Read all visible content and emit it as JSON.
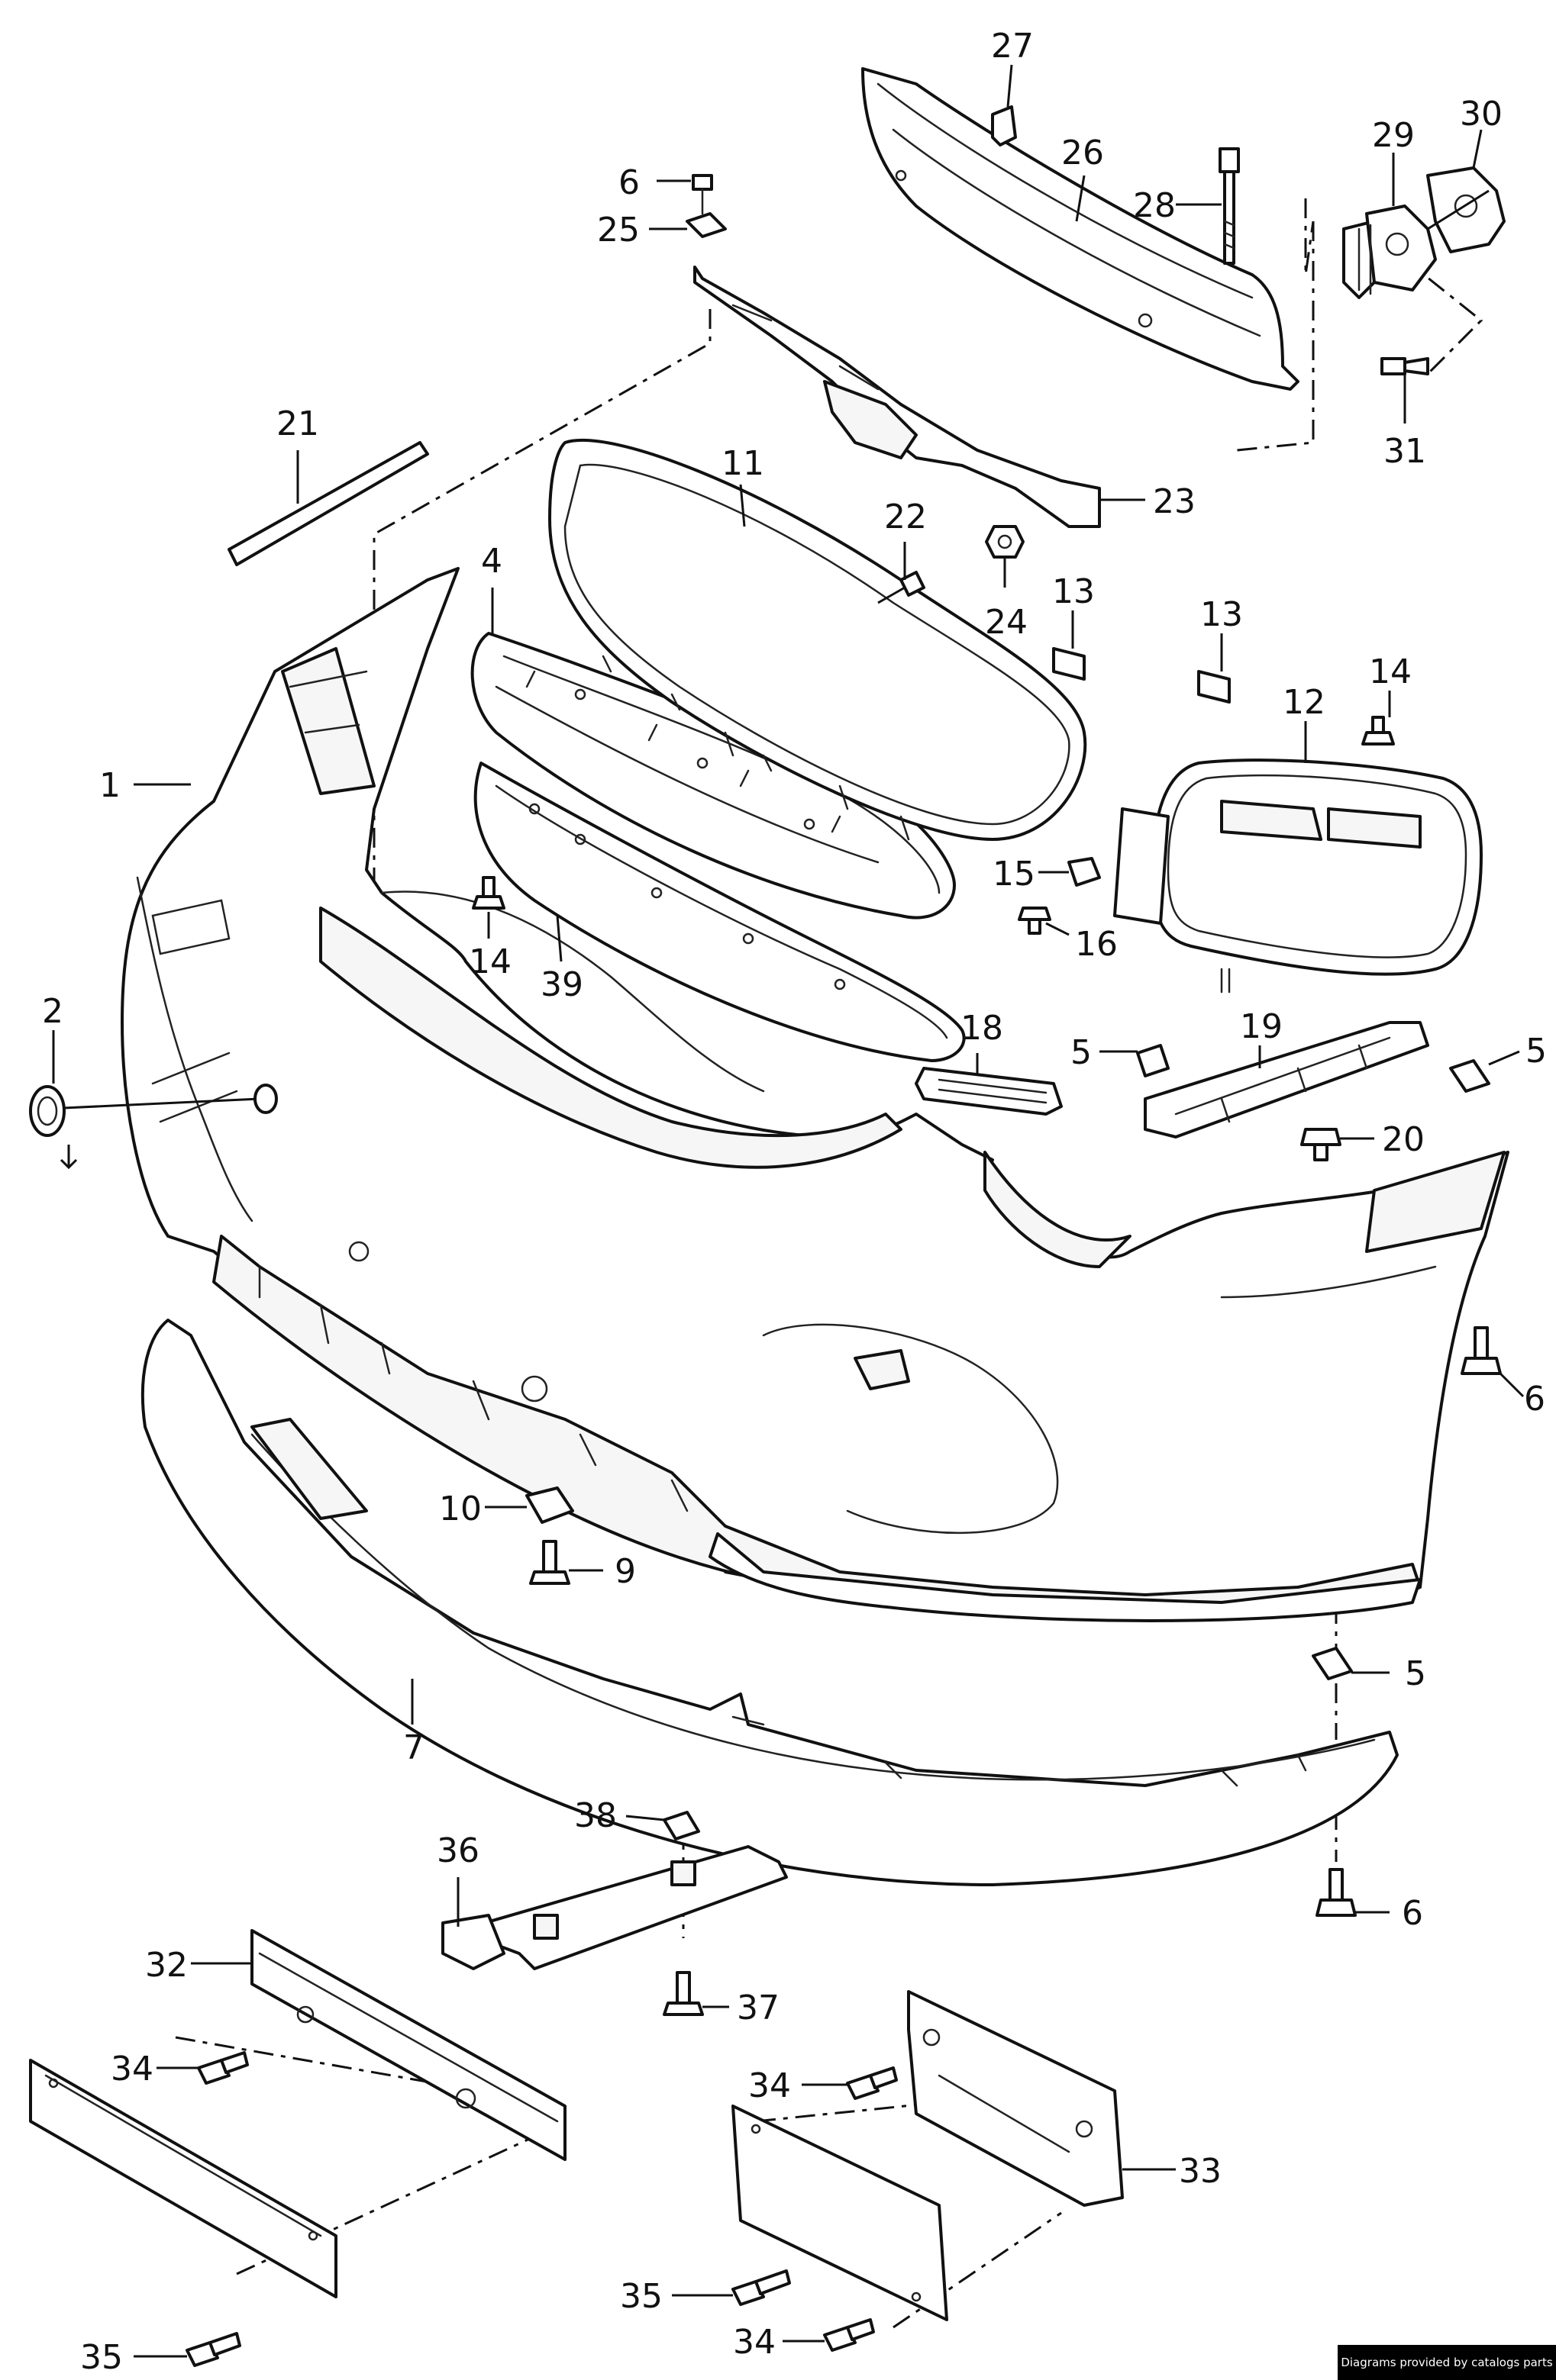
{
  "callouts": [
    {
      "number": "1",
      "part": "bumper-cover"
    },
    {
      "number": "2",
      "part": "tow-hook-cap"
    },
    {
      "number": "4",
      "part": "center-grille-frame"
    },
    {
      "number": "5",
      "part": "clip"
    },
    {
      "number": "5",
      "part": "clip"
    },
    {
      "number": "5",
      "part": "clip"
    },
    {
      "number": "6",
      "part": "push-rivet"
    },
    {
      "number": "6",
      "part": "push-rivet"
    },
    {
      "number": "6",
      "part": "push-rivet"
    },
    {
      "number": "7",
      "part": "front-spoiler-lip"
    },
    {
      "number": "9",
      "part": "screw"
    },
    {
      "number": "10",
      "part": "nut-clip"
    },
    {
      "number": "11",
      "part": "upper-grille"
    },
    {
      "number": "12",
      "part": "side-air-duct"
    },
    {
      "number": "13",
      "part": "clip"
    },
    {
      "number": "13",
      "part": "clip"
    },
    {
      "number": "14",
      "part": "expanding-rivet"
    },
    {
      "number": "14",
      "part": "expanding-rivet"
    },
    {
      "number": "15",
      "part": "nut"
    },
    {
      "number": "16",
      "part": "expanding-rivet"
    },
    {
      "number": "18",
      "part": "small-grille"
    },
    {
      "number": "19",
      "part": "guide-bracket"
    },
    {
      "number": "20",
      "part": "screw"
    },
    {
      "number": "21",
      "part": "seal-strip"
    },
    {
      "number": "22",
      "part": "pin"
    },
    {
      "number": "23",
      "part": "support-bracket"
    },
    {
      "number": "24",
      "part": "nut"
    },
    {
      "number": "25",
      "part": "clip"
    },
    {
      "number": "26",
      "part": "bumper-beam"
    },
    {
      "number": "27",
      "part": "buffer"
    },
    {
      "number": "28",
      "part": "bolt"
    },
    {
      "number": "29",
      "part": "deformation-element"
    },
    {
      "number": "30",
      "part": "cover-plate"
    },
    {
      "number": "31",
      "part": "screw"
    },
    {
      "number": "32",
      "part": "license-plate-holder"
    },
    {
      "number": "33",
      "part": "license-plate-holder"
    },
    {
      "number": "34",
      "part": "screw"
    },
    {
      "number": "34",
      "part": "screw"
    },
    {
      "number": "34",
      "part": "screw"
    },
    {
      "number": "35",
      "part": "screw"
    },
    {
      "number": "35",
      "part": "screw"
    },
    {
      "number": "36",
      "part": "air-deflector"
    },
    {
      "number": "37",
      "part": "screw"
    },
    {
      "number": "38",
      "part": "nut-clip"
    },
    {
      "number": "39",
      "part": "lower-grille-frame"
    }
  ],
  "footer": {
    "credit": "Diagrams provided by catalogs parts"
  },
  "colors": {
    "line": "#111111",
    "background": "#ffffff",
    "banner": "#000000",
    "banner_text": "#ffffff"
  }
}
